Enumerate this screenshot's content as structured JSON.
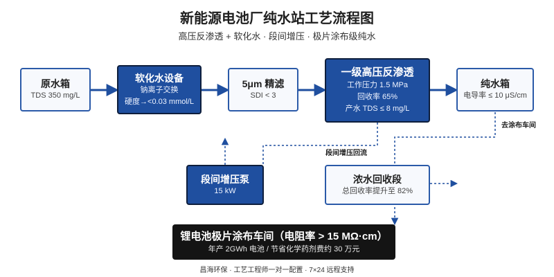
{
  "title": "新能源电池厂纯水站工艺流程图",
  "subtitle": "高压反渗透 + 软化水 · 段间增压 · 极片涂布级纯水",
  "nodes": {
    "raw_tank": {
      "title": "原水箱",
      "sub": [
        "TDS 350 mg/L"
      ]
    },
    "softener": {
      "title": "软化水设备",
      "sub": [
        "钠离子交换",
        "硬度→<0.03 mmol/L"
      ]
    },
    "filter": {
      "title": "5μm 精滤",
      "sub": [
        "SDI < 3"
      ]
    },
    "ro1": {
      "title": "一级高压反渗透",
      "sub": [
        "工作压力 1.5 MPa",
        "回收率 65%",
        "产水 TDS ≤ 8 mg/L"
      ]
    },
    "pure_tank": {
      "title": "纯水箱",
      "sub": [
        "电导率 ≤ 10 μS/cm"
      ]
    },
    "booster": {
      "title": "段间增压泵",
      "sub": [
        "15 kW"
      ]
    },
    "recovery": {
      "title": "浓水回收段",
      "sub": [
        "总回收率提升至 82%"
      ]
    }
  },
  "edge_labels": {
    "to_workshop": "去涂布车间",
    "stage_return": "段间增压回流"
  },
  "bottom": {
    "title": "锂电池极片涂布车间（电阻率 > 15 MΩ·cm）",
    "sub": "年产 2GWh 电池 / 节省化学药剂费约 30 万元"
  },
  "footer": "昌海环保 · 工艺工程师一对一配置 · 7×24 远程支持",
  "colors": {
    "primary": "#1f4f9f",
    "accent_line": "#2b5aa8",
    "dark": "#141414"
  }
}
